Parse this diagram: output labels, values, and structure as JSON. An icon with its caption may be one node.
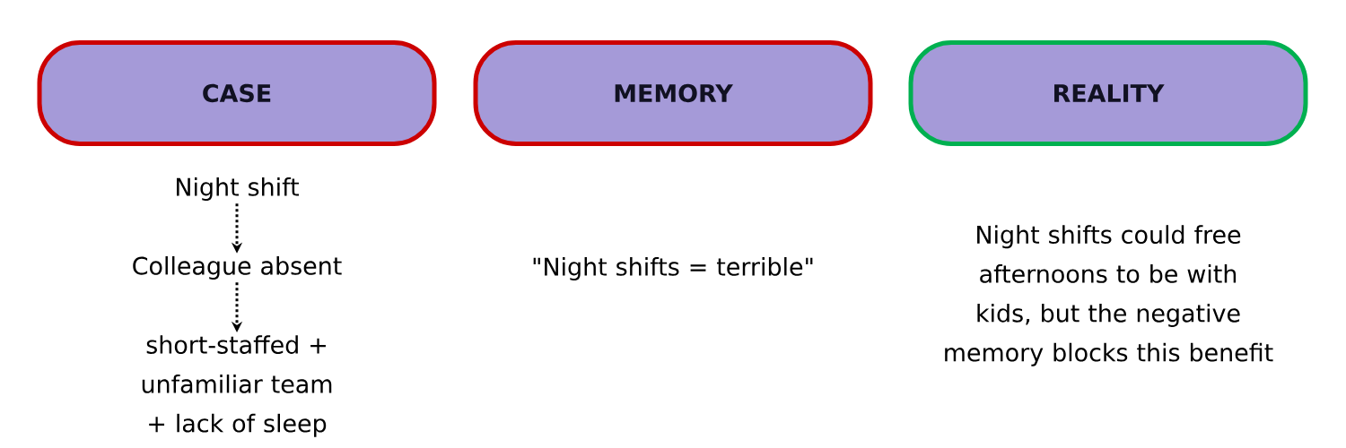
{
  "diagram": {
    "nodes": [
      {
        "text": [
          "CASE"
        ]
      },
      {
        "text": [
          "MEMORY"
        ]
      },
      {
        "text": [
          "REALITY"
        ]
      },
      {
        "text": [
          "Night shift"
        ]
      },
      {
        "text": [
          "Colleague absent"
        ]
      },
      {
        "text": [
          "short-staffed + unfamiliar team + lack of sleep"
        ]
      }
    ],
    "edges": [
      {
        "from": 3,
        "to": 4,
        "arrow": "to",
        "style": "dashed"
      },
      {
        "from": 4,
        "to": 5,
        "arrow": "to",
        "style": "dashed"
      }
    ],
    "labels": [
      "\"Night shifts = terrible\"",
      "Night shifts could free afternoons to be with kids, but the negative memory blocks this benefit"
    ]
  }
}
